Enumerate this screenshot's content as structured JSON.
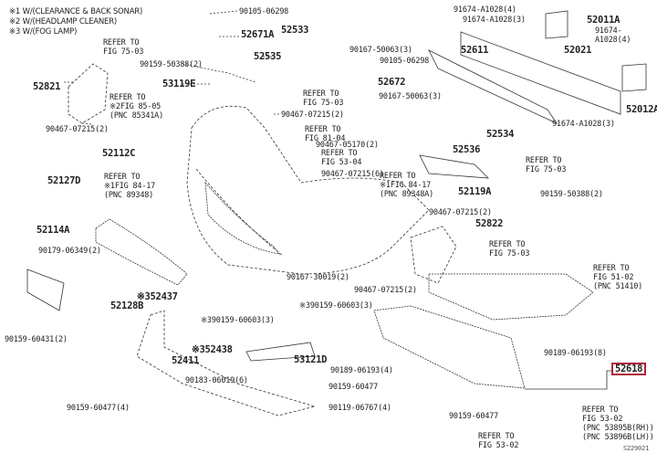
{
  "notes": [
    "※1 W/(CLEARANCE & BACK SONAR)",
    "※2 W/(HEADLAMP CLEANER)",
    "※3 W/(FOG LAMP)"
  ],
  "labels": {
    "p90105_06298_a": "90105-06298",
    "p52671A": "52671A",
    "p52533": "52533",
    "ref_75_03_a": "REFER TO\nFIG 75-03",
    "p90159_50388_a": "90159-50388(2)",
    "p52535": "52535",
    "p52821": "52821",
    "p53119E": "53119E",
    "ref_85_05": "REFER TO\n※2FIG 85-05\n(PNC 85341A)",
    "ref_75_03_b": "REFER TO\nFIG 75-03",
    "p90467_07215_b": "90467-07215(2)",
    "ref_81_04": "REFER TO\nFIG 81-04",
    "p90467_05170": "90467-05170(2)",
    "ref_53_04": "REFER TO\nFIG 53-04",
    "p90467_07215_6": "90467-07215(6)",
    "p90467_07215_a": "90467-07215(2)",
    "p52112C": "52112C",
    "ref_84_17_a": "REFER TO\n※1FIG 84-17\n(PNC 89348)",
    "p52127D": "52127D",
    "p52114A": "52114A",
    "p90179_06349": "90179-06349(2)",
    "p52128B": "52128B",
    "p52437": "※352437",
    "p90159_60603_a": "※390159-60603(3)",
    "p90159_60603_b": "※390159-60603(3)",
    "p90159_60431": "90159-60431(2)",
    "p52438": "※352438",
    "p52411": "52411",
    "p53121D": "53121D",
    "p90183_06019": "90183-06019(6)",
    "p90189_06193_4": "90189-06193(4)",
    "p90159_60477_a": "90159-60477",
    "p90119_06767": "90119-06767(4)",
    "p90159_60477_4": "90159-60477(4)",
    "p90159_60477_b": "90159-60477",
    "ref_53_02_a": "REFER TO\nFIG 53-02",
    "ref_53_02_b": "REFER TO\nFIG 53-02\n(PNC 53895B(RH))\n(PNC 53896B(LH))",
    "p52618": "52618",
    "p90189_06193_8": "90189-06193(8)",
    "p90167_30019": "90167-30019(2)",
    "p90467_07215_c": "90467-07215(2)",
    "ref_51_02": "REFER TO\nFIG 51-02\n(PNC 51410)",
    "p52822": "52822",
    "ref_75_03_c": "REFER TO\nFIG 75-03",
    "p90467_07215_d": "90467-07215(2)",
    "ref_84_17_b": "REFER TO\n※1FIG 84-17\n(PNC 89348A)",
    "p52119A": "52119A",
    "p90159_50388_b": "90159-50388(2)",
    "ref_75_03_d": "REFER TO\nFIG 75-03",
    "p52536": "52536",
    "p52534": "52534",
    "p91674_A1028_3b": "91674-A1028(3)",
    "p52012A": "52012A",
    "p52021": "52021",
    "p52611": "52611",
    "p90167_50063_a": "90167-50063(3)",
    "p90105_06298_b": "90105-06298",
    "p52672": "52672",
    "p90167_50063_b": "90167-50063(3)",
    "p91674_A1028_4a": "91674-A1028(4)",
    "p91674_A1028_3a": "91674-A1028(3)",
    "p52011A": "52011A",
    "p91674_A1028_4b": "91674-A1028(4)",
    "diagram_code": "S229021"
  },
  "highlight_color": "#b0213a"
}
